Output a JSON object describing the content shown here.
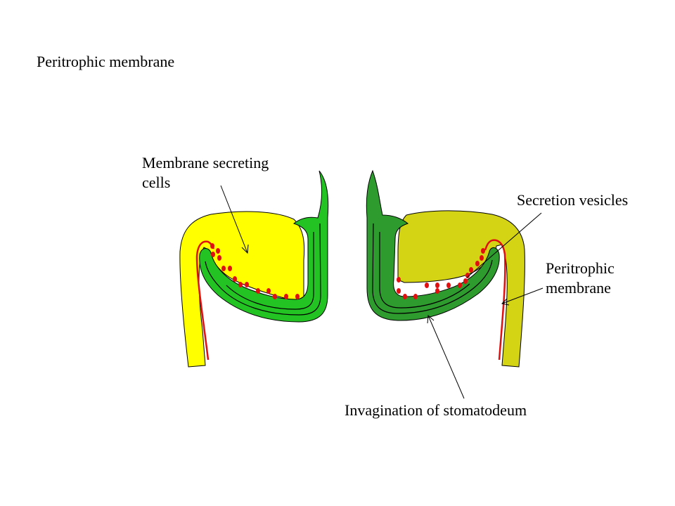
{
  "title": "Peritrophic membrane",
  "labels": {
    "membrane_secreting_cells": [
      "Membrane secreting",
      "cells"
    ],
    "secretion_vesicles": "Secretion vesicles",
    "peritrophic_membrane": [
      "Peritrophic",
      "membrane"
    ],
    "invagination_of_stomatodeum": "Invagination of stomatodeum"
  },
  "colors": {
    "left_secreting_cells": "#ffff00",
    "right_secreting_cells": "#d4d414",
    "left_stomatodeum": "#22c322",
    "right_stomatodeum": "#2e9b2e",
    "membrane": "#e01010",
    "vesicles": "#e01010",
    "outline": "#000000"
  }
}
